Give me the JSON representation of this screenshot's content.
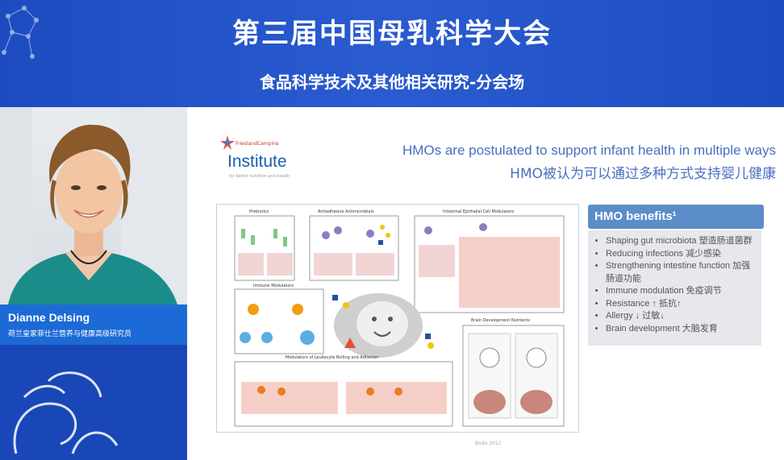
{
  "header": {
    "title": "第三届中国母乳科学大会",
    "subtitle": "食品科学技术及其他相关研究-分会场"
  },
  "speaker": {
    "name": "Dianne Delsing",
    "role": "荷兰皇家菲仕兰营养与健康高级研究员"
  },
  "slide": {
    "logo_small": "FrieslandCampina",
    "logo_main": "Institute",
    "logo_tagline": "for better nutrition and health",
    "heading_en": "HMOs are postulated to support infant health in multiple ways",
    "heading_zh": "HMO被认为可以通过多种方式支持婴儿健康",
    "benefits_title": "HMO benefits¹",
    "benefits": [
      "Shaping gut microbiota 塑造肠道菌群",
      "Reducing infections 减少感染",
      "Strengthening intestine function 加强肠道功能",
      "Immune modulation 免疫调节",
      "Resistance ↑ 抵抗↑",
      "Allergy ↓ 过敏↓",
      "Brain development 大脑发育"
    ],
    "figure_captions": {
      "prebiotics": "Prebiotics",
      "antiadhesive": "Antiadhesive Antimicrobials",
      "epithelial": "Intestinal Epithelial Cell Modulators",
      "immune": "Immune Modulators",
      "leukocyte": "Modulators of Leukocyte Rolling and Adhesion",
      "brain": "Brain Development Nutrients"
    },
    "footer": "Bode 2012"
  },
  "colors": {
    "header_blue": "#1d4cc0",
    "name_bar": "#1c6ad6",
    "heading_text": "#4a6fbf",
    "benefits_head": "#5b8ec9"
  }
}
